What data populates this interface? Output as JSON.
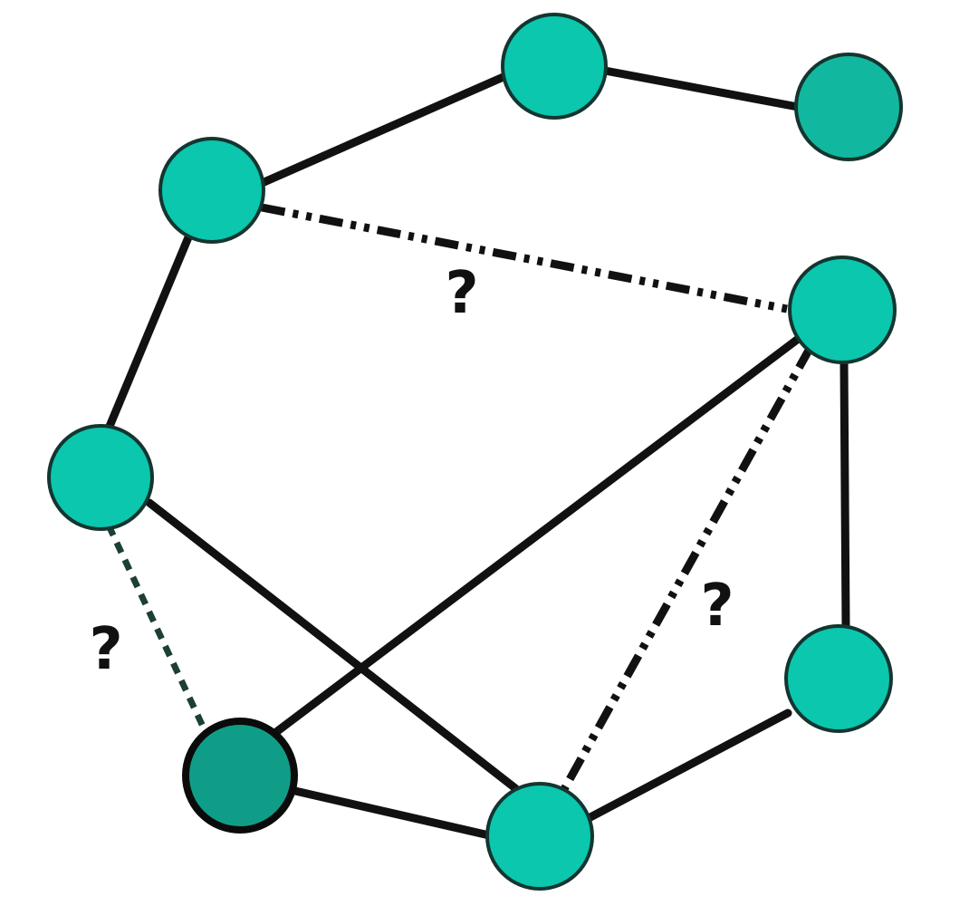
{
  "colors": {
    "node_fill": "#0ac7ae",
    "node_fill_dark": "#11b89f",
    "node_fill_emph": "#109d88",
    "edge": "#111111",
    "edge_dotted": "#1c3f36"
  },
  "nodes": [
    {
      "id": "n1",
      "fill": "node_fill"
    },
    {
      "id": "n2",
      "fill": "node_fill"
    },
    {
      "id": "n3",
      "fill": "node_fill_dark"
    },
    {
      "id": "n4",
      "fill": "node_fill"
    },
    {
      "id": "n5",
      "fill": "node_fill"
    },
    {
      "id": "n6",
      "fill": "node_fill"
    },
    {
      "id": "n7",
      "fill": "node_fill_emph",
      "emphasized": true
    },
    {
      "id": "n8",
      "fill": "node_fill"
    }
  ],
  "edges": [
    {
      "from": "n1",
      "to": "n2",
      "style": "solid"
    },
    {
      "from": "n2",
      "to": "n3",
      "style": "solid"
    },
    {
      "from": "n1",
      "to": "n4",
      "style": "solid"
    },
    {
      "from": "n5",
      "to": "n6",
      "style": "solid"
    },
    {
      "from": "n4",
      "to": "n8",
      "style": "solid"
    },
    {
      "from": "n5",
      "to": "n7",
      "style": "solid"
    },
    {
      "from": "n7",
      "to": "n8",
      "style": "solid"
    },
    {
      "from": "n8",
      "to": "n6",
      "style": "solid"
    },
    {
      "from": "n1",
      "to": "n5",
      "style": "dashed",
      "label": "?"
    },
    {
      "from": "n5",
      "to": "n8",
      "style": "dashed",
      "label": "?"
    },
    {
      "from": "n4",
      "to": "n7",
      "style": "dotted",
      "label": "?"
    }
  ]
}
